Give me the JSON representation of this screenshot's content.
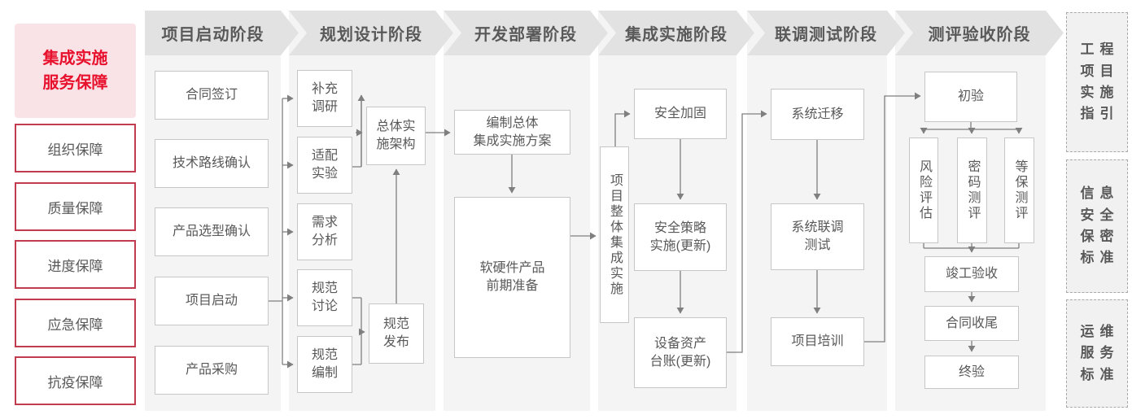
{
  "legend": {
    "title": "集成实施\n服务保障",
    "items": [
      "组织保障",
      "质量保障",
      "进度保障",
      "应急保障",
      "抗疫保障"
    ]
  },
  "phases": [
    "项目启动阶段",
    "规划设计阶段",
    "开发部署阶段",
    "集成实施阶段",
    "联调测试阶段",
    "测评验收阶段"
  ],
  "nodes": {
    "contract_sign": "合同签订",
    "tech_route": "技术路线确认",
    "product_select": "产品选型确认",
    "project_kickoff": "项目启动",
    "product_procure": "产品采购",
    "supp_research": "补充\n调研",
    "adapt_test": "适配\n实验",
    "overall_arch": "总体实\n施架构",
    "req_analysis": "需求\n分析",
    "spec_discuss": "规范\n讨论",
    "spec_draft": "规范\n编制",
    "spec_publish": "规范\n发布",
    "overall_plan": "编制总体\n集成实施方案",
    "hw_sw_prep": "软硬件产品\n前期准备",
    "overall_integration": "项目整体集成实施",
    "sec_harden": "安全加固",
    "sec_policy": "安全策略\n实施(更新)",
    "asset_ledger": "设备资产\n台账(更新)",
    "sys_migrate": "系统迁移",
    "joint_test": "系统联调\n测试",
    "project_training": "项目培训",
    "initial_accept": "初验",
    "risk_assess": "风险评估",
    "crypto_eval": "密码测评",
    "mlps_eval": "等保测评",
    "completion_accept": "竣工验收",
    "contract_close": "合同收尾",
    "final_accept": "终验"
  },
  "standards": [
    "工程\n项目\n实施\n指引",
    "信息\n安全\n保密\n标准",
    "运维\n服务\n标准"
  ],
  "colors": {
    "accent_red": "#e8112d",
    "pink_bg": "#fae3e7",
    "red_border": "#c23b4e",
    "header_bg": "#e2e2e2",
    "strip_bg": "#f4f4f4",
    "text_gray": "#595959",
    "connector": "#7f7f7f"
  }
}
